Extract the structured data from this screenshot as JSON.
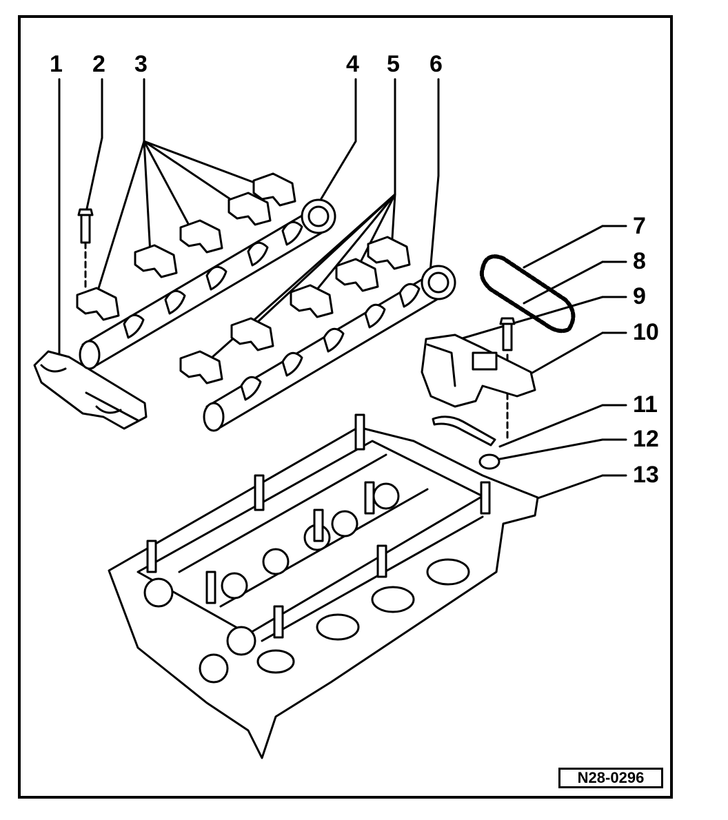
{
  "diagram": {
    "callouts": [
      "1",
      "2",
      "3",
      "4",
      "5",
      "6",
      "7",
      "8",
      "9",
      "10",
      "11",
      "12",
      "13"
    ],
    "reference_code": "N28-0296"
  }
}
